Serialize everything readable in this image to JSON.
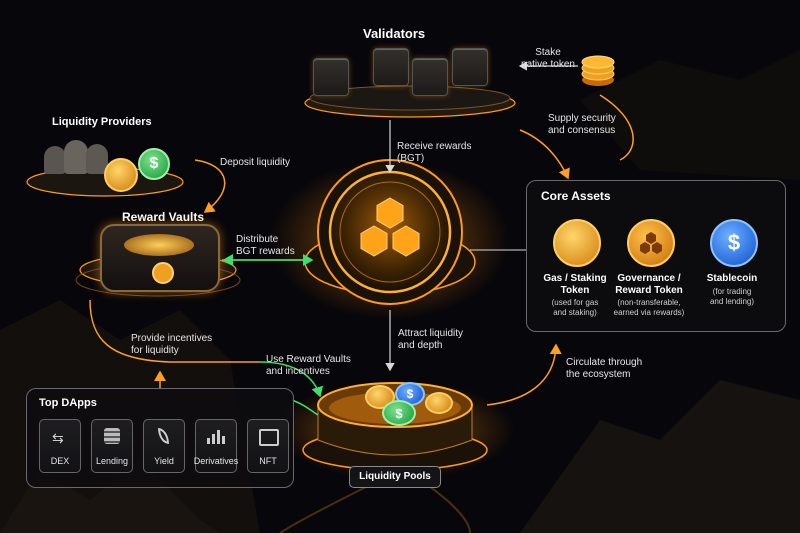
{
  "nodes": {
    "validators": "Validators",
    "liquidity_providers": "Liquidity Providers",
    "reward_vaults": "Reward Vaults",
    "core_assets": "Core Assets",
    "top_dapps": "Top DApps",
    "liquidity_pools": "Liquidity Pools"
  },
  "edges": {
    "stake": [
      "Stake",
      "native token"
    ],
    "supply": [
      "Supply security",
      "and consensus"
    ],
    "receive": [
      "Receive rewards",
      "(BGT)"
    ],
    "deposit": "Deposit liquidity",
    "distribute": [
      "Distribute",
      "BGT rewards"
    ],
    "attract": [
      "Attract liquidity",
      "and depth"
    ],
    "incentives": [
      "Provide incentives",
      "for liquidity"
    ],
    "use_vaults": [
      "Use Reward Vaults",
      "and incentives"
    ],
    "circulate": [
      "Circulate through",
      "the ecosystem"
    ]
  },
  "assets": [
    {
      "name": [
        "Gas / Staking",
        "Token"
      ],
      "desc": [
        "(used for gas",
        "and staking)"
      ],
      "color": "#f0a020",
      "icon": "gold-coin-icon"
    },
    {
      "name": [
        "Governance /",
        "Reward Token"
      ],
      "desc": [
        "(non-transferable,",
        "earned via rewards)"
      ],
      "color": "#f0a020",
      "icon": "hexagon-token-icon"
    },
    {
      "name": [
        "Stablecoin"
      ],
      "desc": [
        "(for trading",
        "and lending)"
      ],
      "color": "#2a7bff",
      "icon": "dollar-coin-icon"
    }
  ],
  "dapps": [
    {
      "label": "DEX",
      "icon": "swap-icon"
    },
    {
      "label": "Lending",
      "icon": "coin-stack-icon"
    },
    {
      "label": "Yield",
      "icon": "leaf-icon"
    },
    {
      "label": "Derivatives",
      "icon": "bar-chart-icon"
    },
    {
      "label": "NFT",
      "icon": "image-icon"
    }
  ],
  "icons": {
    "dollar": "$"
  },
  "colors": {
    "orange": "#ff9a1a",
    "green": "#2ecc55",
    "blue": "#2a7bff"
  }
}
